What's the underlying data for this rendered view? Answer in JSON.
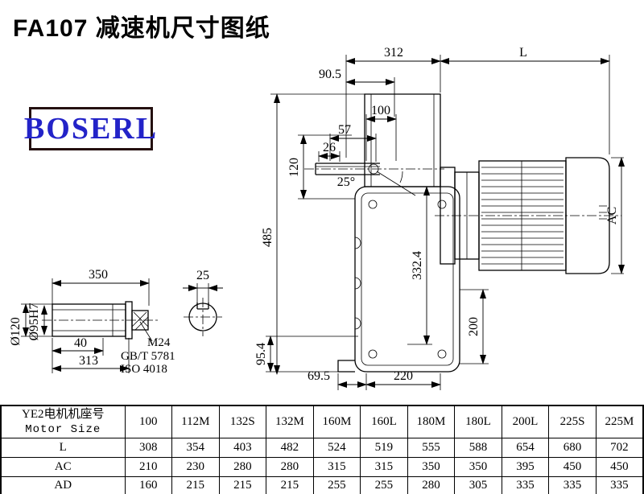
{
  "title": "FA107 减速机尺寸图纸",
  "logo_text": "BOSERL",
  "drawing": {
    "dims": {
      "w312": "312",
      "len_L": "L",
      "w90_5": "90.5",
      "w100": "100",
      "w57": "57",
      "w26": "26",
      "h120": "120",
      "angle25": "25°",
      "h485": "485",
      "h332_4": "332.4",
      "ac": "AC",
      "h200": "200",
      "h95_4": "95.4",
      "w69_5": "69.5",
      "w220": "220",
      "shaft350": "350",
      "key25": "25",
      "dia120": "Ø120",
      "dia95": "Ø95H7",
      "shaft40": "40",
      "shaft313": "313",
      "thread": "M24",
      "std1": "GB/T 5781",
      "std2": "ISO 4018"
    }
  },
  "table": {
    "header_cn": "YE2电机机座号",
    "header_en": "Motor Size",
    "columns": [
      "100",
      "112M",
      "132S",
      "132M",
      "160M",
      "160L",
      "180M",
      "180L",
      "200L",
      "225S",
      "225M"
    ],
    "rows": [
      {
        "label": "L",
        "values": [
          "308",
          "354",
          "403",
          "482",
          "524",
          "519",
          "555",
          "588",
          "654",
          "680",
          "702"
        ]
      },
      {
        "label": "AC",
        "values": [
          "210",
          "230",
          "280",
          "280",
          "315",
          "315",
          "350",
          "350",
          "395",
          "450",
          "450"
        ]
      },
      {
        "label": "AD",
        "values": [
          "160",
          "215",
          "215",
          "215",
          "255",
          "255",
          "280",
          "305",
          "335",
          "335",
          "335"
        ]
      }
    ]
  }
}
